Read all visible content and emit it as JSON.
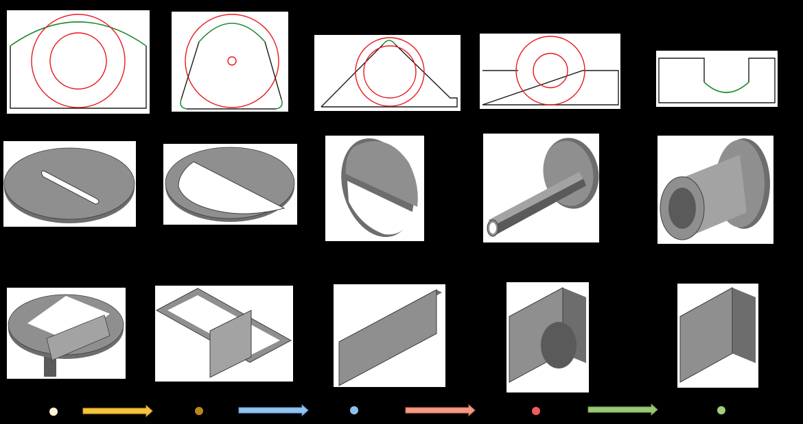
{
  "colors": {
    "background": "#000000",
    "panel": "#ffffff",
    "outline": "#1a1a1a",
    "circle": "#e8161c",
    "arc": "#1e8c2e",
    "part_top": "#8f8f8f",
    "part_side": "#6d6d6d",
    "part_dark": "#5a5a5a",
    "part_light": "#a3a3a3",
    "edge": "#3c3c3c"
  },
  "rows": [
    {
      "name": "2d-sketches",
      "count": 5
    },
    {
      "name": "3d-primitives",
      "count": 5
    },
    {
      "name": "3d-assemblies",
      "count": 5
    }
  ],
  "legend": {
    "dots": [
      {
        "name": "dot-cream",
        "color": "#fdf1d4"
      },
      {
        "name": "dot-bronze",
        "color": "#b8871e"
      },
      {
        "name": "dot-blue",
        "color": "#8ec0ec"
      },
      {
        "name": "dot-red",
        "color": "#f35b5b"
      },
      {
        "name": "dot-green",
        "color": "#9fd07f"
      }
    ],
    "arrows": [
      {
        "name": "arrow-yellow",
        "color": "#f5c242",
        "stroke": "#d19b18"
      },
      {
        "name": "arrow-blue",
        "color": "#92c4ee",
        "stroke": "#4f8fcf"
      },
      {
        "name": "arrow-salmon",
        "color": "#f39a84",
        "stroke": "#d0644c"
      },
      {
        "name": "arrow-green",
        "color": "#9cc67a",
        "stroke": "#6a9a48"
      }
    ]
  }
}
